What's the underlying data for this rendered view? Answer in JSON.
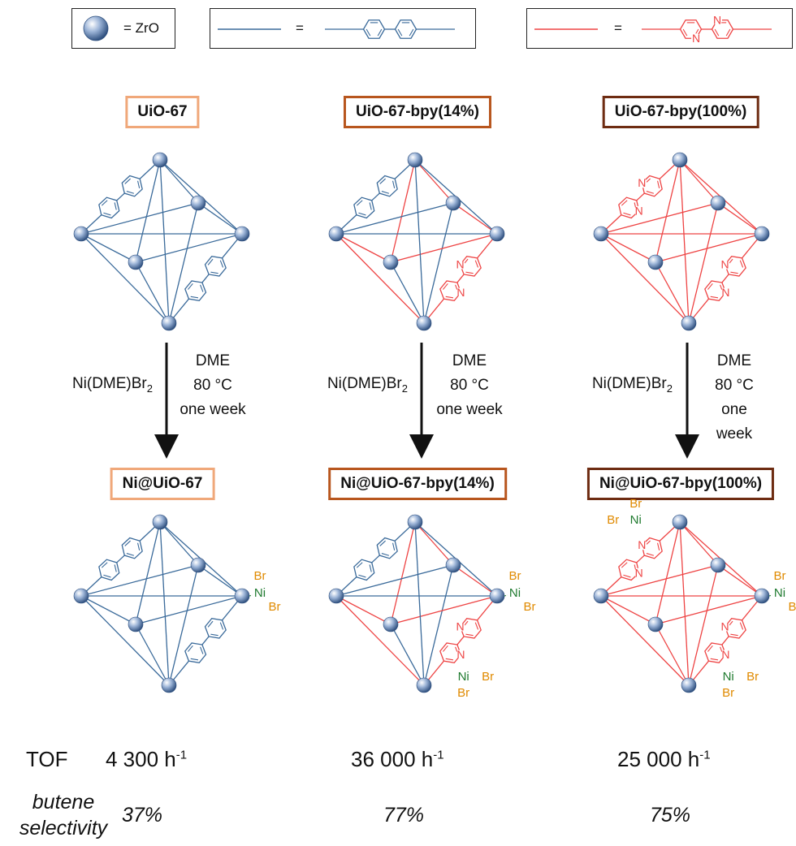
{
  "legend": {
    "sphere_text": "= ZrO",
    "blue_text": "=",
    "red_text": "="
  },
  "columns": [
    {
      "material_top": "UiO-67",
      "material_bottom": "Ni@UiO-67",
      "box_color": "#f0a87a",
      "reagent_main": "Ni(DME)Br",
      "reagent_sub": "2",
      "conditions": [
        "DME",
        "80 °C",
        "one week"
      ],
      "tof_value": "4 300 h",
      "tof_exp": "-1",
      "selectivity": "37%"
    },
    {
      "material_top": "UiO-67-bpy(14%)",
      "material_bottom": "Ni@UiO-67-bpy(14%)",
      "box_color": "#b8561e",
      "reagent_main": "Ni(DME)Br",
      "reagent_sub": "2",
      "conditions": [
        "DME",
        "80 °C",
        "one week"
      ],
      "tof_value": "36 000 h",
      "tof_exp": "-1",
      "selectivity": "77%"
    },
    {
      "material_top": "UiO-67-bpy(100%)",
      "material_bottom": "Ni@UiO-67-bpy(100%)",
      "box_color": "#6e2c12",
      "reagent_main": "Ni(DME)Br",
      "reagent_sub": "2",
      "conditions": [
        "DME",
        "80 °C",
        "one week"
      ],
      "tof_value": "25 000 h",
      "tof_exp": "-1",
      "selectivity": "75%"
    }
  ],
  "rows": {
    "tof_label": "TOF",
    "selectivity_label_1": "butene",
    "selectivity_label_2": "selectivity"
  },
  "atoms": {
    "nitrogen": "N",
    "nickel": "Ni",
    "bromine": "Br"
  },
  "colors": {
    "biphenyl_linker": "#3a6a9a",
    "bipyridine_linker": "#ee4444",
    "nickel": "#1f7a2f",
    "bromine": "#e08a00",
    "zro_sphere": "#5b7fb0"
  }
}
